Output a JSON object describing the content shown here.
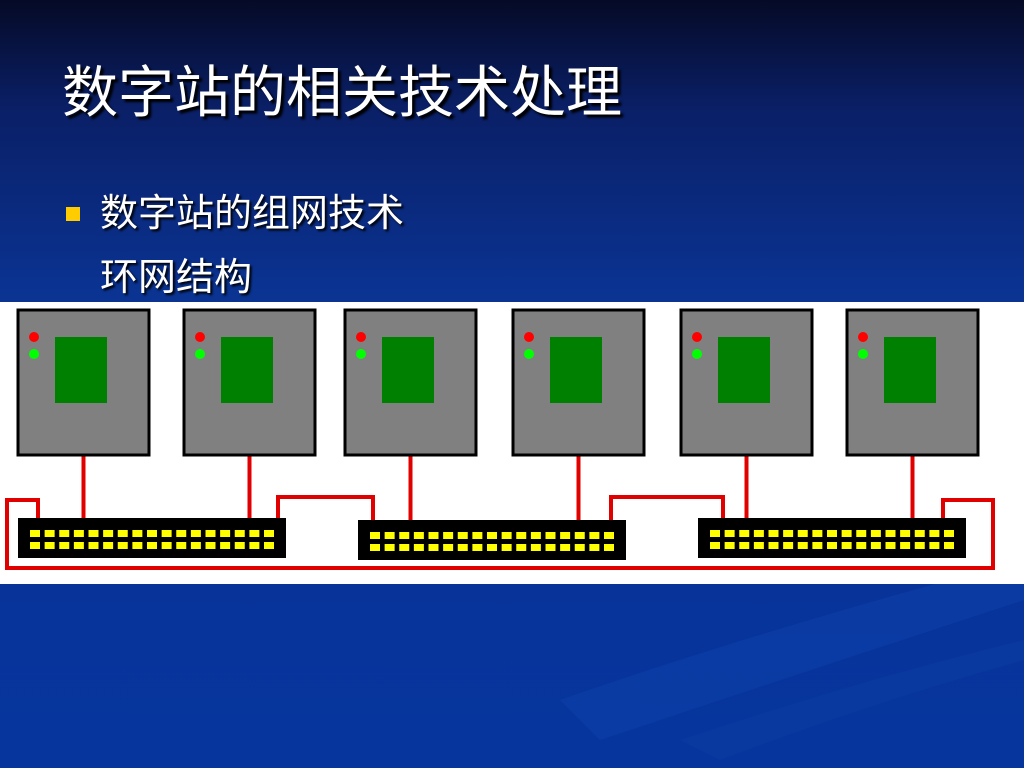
{
  "slide": {
    "title": "数字站的相关技术处理",
    "bullet": "数字站的组网技术",
    "subline": "环网结构"
  },
  "colors": {
    "background": "#06359e",
    "bullet": "#ffcc00",
    "cable": "#e00000",
    "device_body": "#808080",
    "device_screen": "#008000",
    "led_red": "#ff0000",
    "led_green": "#00ff00",
    "hub_body": "#000000",
    "hub_port": "#ffff00"
  },
  "diagram": {
    "device_count": 6,
    "hub_count": 3,
    "hub_ports_per_row": 17,
    "hub_port_rows": 2
  }
}
